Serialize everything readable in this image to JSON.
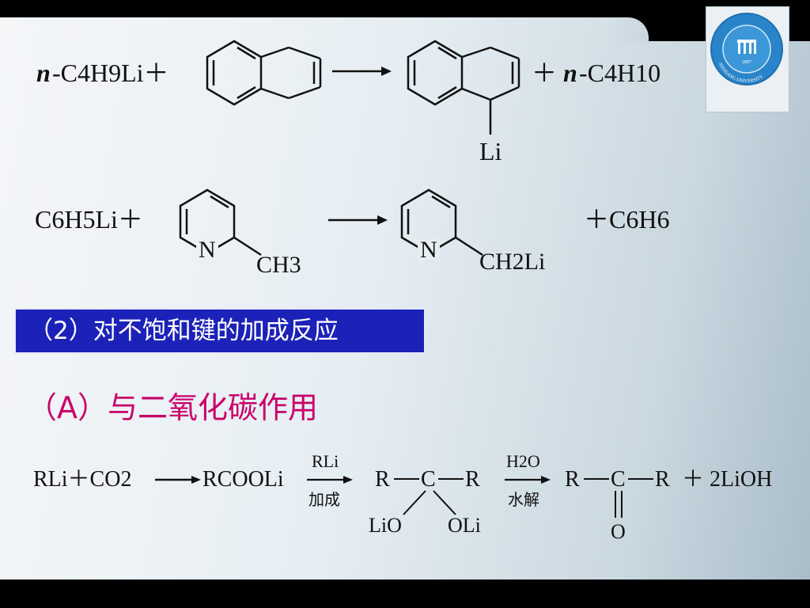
{
  "slide": {
    "section_label": "（2）对不饱和键的加成反应",
    "subheading": "（A）与二氧化碳作用",
    "logo": {
      "text": "XINXIANG UNIVERSITY",
      "year": "2007",
      "colors": {
        "ring": "#1e6fb0",
        "fill": "#2a84c9"
      }
    }
  },
  "reaction1": {
    "reagent_prefix": "n",
    "reagent": "-C4H9Li＋",
    "product_suffix_prefix": "＋",
    "product_suffix_italic": "n",
    "product_suffix": "-C4H10",
    "substituent": "Li"
  },
  "reaction2": {
    "reagent": "C6H5Li＋",
    "ring_atom": "N",
    "group": "CH3",
    "product_group": "CH2Li",
    "byproduct": "＋C6H6"
  },
  "reaction3": {
    "start": "RLi＋CO2",
    "intermediate1": "RCOOLi",
    "arrow1_top": "RLi",
    "arrow1_bottom": "加成",
    "center_C": "C",
    "R_left": "R",
    "R_right": "R",
    "lio": "LiO",
    "oli": "OLi",
    "arrow2_top": "H2O",
    "arrow2_bottom": "水解",
    "final_R_left": "R",
    "final_C": "C",
    "final_R_right": "R",
    "final_O": "O",
    "plus_product": "＋ 2LiOH"
  }
}
